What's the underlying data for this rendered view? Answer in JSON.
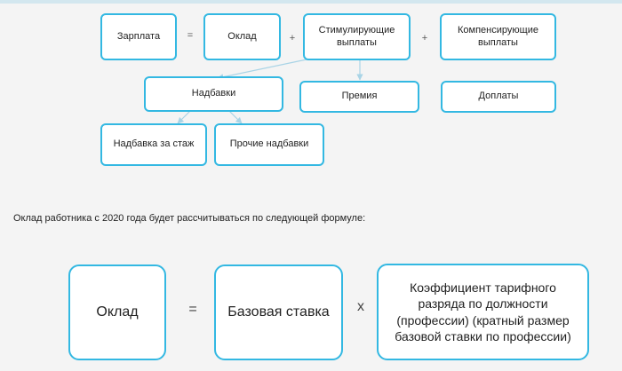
{
  "diagram1": {
    "salary": "Зарплата",
    "eq": "=",
    "base_salary": "Оклад",
    "plus1": "+",
    "incentive": "Стимулирующие выплаты",
    "plus2": "+",
    "compensation": "Компенсирующие выплаты",
    "allowances": "Надбавки",
    "bonus": "Премия",
    "surcharges": "Доплаты",
    "seniority": "Надбавка за стаж",
    "other_allowances": "Прочие надбавки"
  },
  "caption": "Оклад работника с 2020 года будет рассчитываться по следующей формуле:",
  "formula": {
    "base_salary": "Оклад",
    "eq": "=",
    "base_rate": "Базовая ставка",
    "times": "x",
    "coefficient": "Коэффициент тарифного разряда по должности (профессии) (кратный размер базовой ставки по профессии)"
  },
  "colors": {
    "box_border": "#33b8e2",
    "connector": "#a9d4e6",
    "background": "#f4f4f4"
  }
}
